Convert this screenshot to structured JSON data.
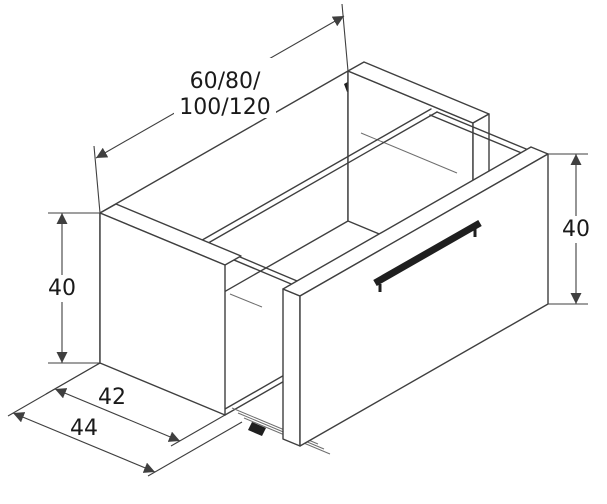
{
  "colors": {
    "line": "#3f3f3f",
    "text": "#1a1a1a",
    "dark_hardware": "#1f1f1f",
    "background": "#ffffff"
  },
  "dimensions": {
    "width": {
      "line1": "60/80/",
      "line2": "100/120"
    },
    "left_height": "40",
    "drawer_front_height": "40",
    "depth_inner": "42",
    "depth_total": "44"
  }
}
